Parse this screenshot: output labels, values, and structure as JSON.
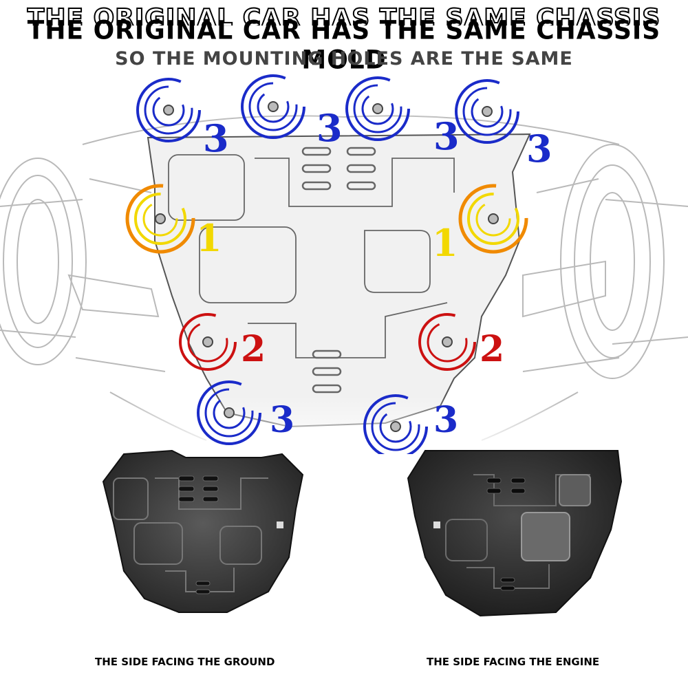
{
  "header": {
    "title": "THE ORIGINAL CAR HAS THE SAME CHASSIS MOLD",
    "subtitle": "SO THE MOUNTING HOLES ARE THE SAME"
  },
  "diagram": {
    "markers": [
      {
        "label": "3",
        "color": "#1a2bc9"
      },
      {
        "label": "3",
        "color": "#1a2bc9"
      },
      {
        "label": "3",
        "color": "#1a2bc9"
      },
      {
        "label": "3",
        "color": "#1a2bc9"
      },
      {
        "label": "1",
        "color": "#f2d800"
      },
      {
        "label": "1",
        "color": "#f2d800"
      },
      {
        "label": "2",
        "color": "#cc1111"
      },
      {
        "label": "2",
        "color": "#cc1111"
      },
      {
        "label": "3",
        "color": "#1a2bc9"
      },
      {
        "label": "3",
        "color": "#1a2bc9"
      }
    ]
  },
  "captions": {
    "left": "THE SIDE FACING THE GROUND",
    "right": "THE SIDE FACING THE ENGINE"
  },
  "colors": {
    "blue": "#1a2bc9",
    "yellow": "#f2d800",
    "orange": "#f08a00",
    "red": "#cc1111",
    "plate_dark": "#2b2b2b"
  }
}
